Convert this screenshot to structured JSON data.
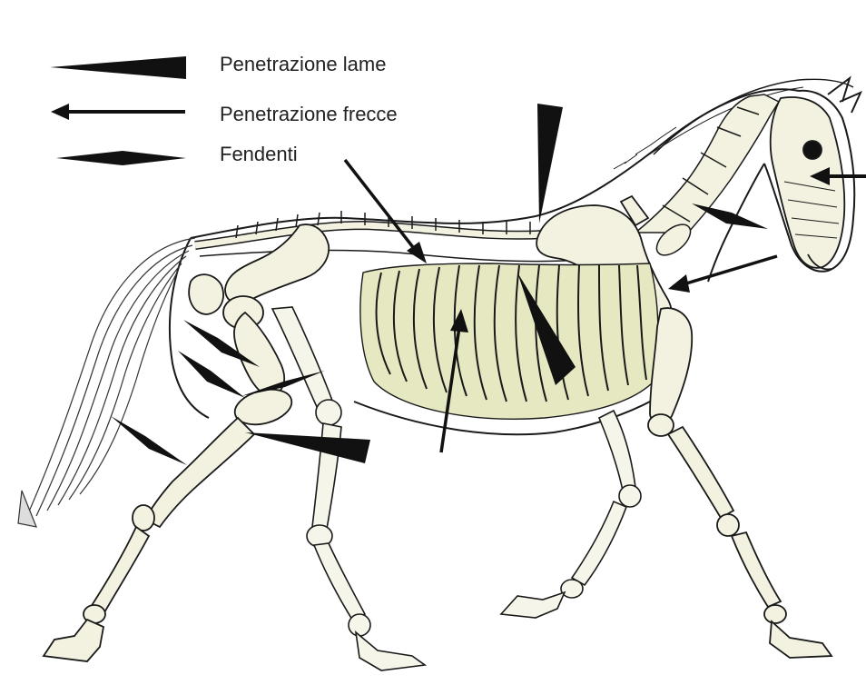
{
  "legend": {
    "blade_label": "Penetrazione lame",
    "arrow_label": "Penetrazione frecce",
    "slash_label": "Fendenti"
  },
  "colors": {
    "marker": "#111111",
    "bone_fill": "#f3f2e0",
    "rib_fill": "#e6e8c2",
    "outline": "#1a1a1a"
  }
}
